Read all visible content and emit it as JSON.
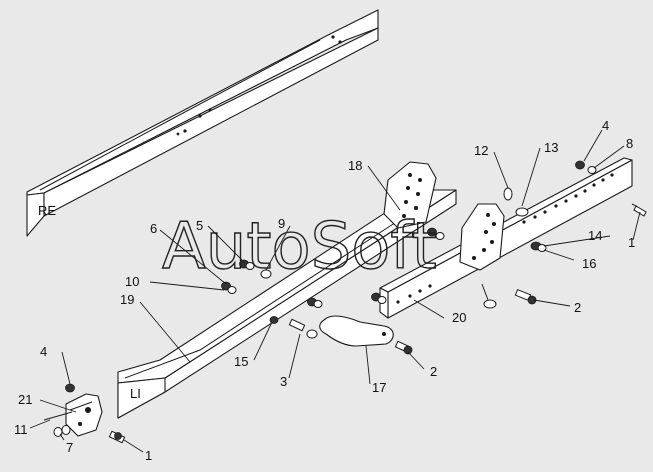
{
  "diagram": {
    "watermark": "AutoSoft",
    "side_labels": {
      "right_side": "RE",
      "left_side": "LI"
    },
    "callouts": [
      {
        "id": "c1a",
        "text": "1"
      },
      {
        "id": "c1b",
        "text": "1"
      },
      {
        "id": "c2a",
        "text": "2"
      },
      {
        "id": "c2b",
        "text": "2"
      },
      {
        "id": "c3",
        "text": "3"
      },
      {
        "id": "c4a",
        "text": "4"
      },
      {
        "id": "c4b",
        "text": "4"
      },
      {
        "id": "c5",
        "text": "5"
      },
      {
        "id": "c6",
        "text": "6"
      },
      {
        "id": "c7",
        "text": "7"
      },
      {
        "id": "c8",
        "text": "8"
      },
      {
        "id": "c9",
        "text": "9"
      },
      {
        "id": "c10",
        "text": "10"
      },
      {
        "id": "c11",
        "text": "11"
      },
      {
        "id": "c12",
        "text": "12"
      },
      {
        "id": "c13",
        "text": "13"
      },
      {
        "id": "c14",
        "text": "14"
      },
      {
        "id": "c15",
        "text": "15"
      },
      {
        "id": "c16",
        "text": "16"
      },
      {
        "id": "c17",
        "text": "17"
      },
      {
        "id": "c18",
        "text": "18"
      },
      {
        "id": "c19",
        "text": "19"
      },
      {
        "id": "c20",
        "text": "20"
      },
      {
        "id": "c21",
        "text": "21"
      }
    ]
  }
}
